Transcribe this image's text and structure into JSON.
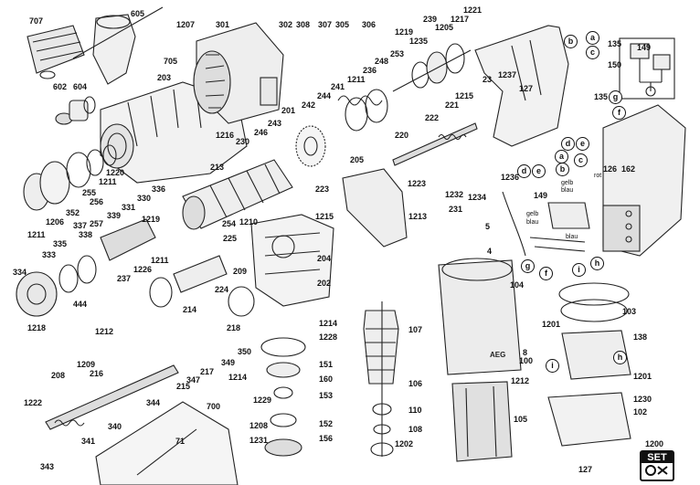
{
  "diagram": {
    "labels": {
      "p707": "707",
      "p605": "605",
      "p1207": "1207",
      "p301": "301",
      "p302": "302",
      "p308": "308",
      "p307": "307",
      "p305": "305",
      "p306": "306",
      "p1219a": "1219",
      "p1235": "1235",
      "p239": "239",
      "p1205": "1205",
      "p1217": "1217",
      "p1221": "1221",
      "p705": "705",
      "p203": "203",
      "p602": "602",
      "p604": "604",
      "p253": "253",
      "p236": "236",
      "p248": "248",
      "p1211a": "1211",
      "p241": "241",
      "p244": "244",
      "p242": "242",
      "p201": "201",
      "p23": "23",
      "p1237": "1237",
      "p127a": "127",
      "p1215a": "1215",
      "p221": "221",
      "p222": "222",
      "p243": "243",
      "p246": "246",
      "p230": "230",
      "p1216": "1216",
      "p213": "213",
      "p220": "220",
      "p205": "205",
      "p1236": "1236",
      "p1220": "1220",
      "p1211b": "1211",
      "p255": "255",
      "p336": "336",
      "p330": "330",
      "p331": "331",
      "p1219b": "1219",
      "p339": "339",
      "p352": "352",
      "p256": "256",
      "p1206": "1206",
      "p257": "257",
      "p337": "337",
      "p338": "338",
      "p335": "335",
      "p333": "333",
      "p334": "334",
      "p1211c": "1211",
      "p1226": "1226",
      "p237": "237",
      "p444": "444",
      "p1218": "1218",
      "p1212a": "1212",
      "p223": "223",
      "p1223": "1223",
      "p1232": "1232",
      "p1234": "1234",
      "p1215b": "1215",
      "p1213": "1213",
      "p231": "231",
      "p1210": "1210",
      "p254": "254",
      "p225": "225",
      "p209": "209",
      "p204": "204",
      "p224": "224",
      "p202": "202",
      "p214": "214",
      "p218": "218",
      "p208": "208",
      "p1209": "1209",
      "p216": "216",
      "p215": "215",
      "p217": "217",
      "p347": "347",
      "p349": "349",
      "p350": "350",
      "p344": "344",
      "p1214a": "1214",
      "p1228": "1228",
      "p151": "151",
      "p1214b": "1214",
      "p160": "160",
      "p153": "153",
      "p1229": "1229",
      "p1208": "1208",
      "p152": "152",
      "p1231": "1231",
      "p156": "156",
      "p1222": "1222",
      "p340": "340",
      "p341": "341",
      "p343": "343",
      "p700": "700",
      "p71": "71",
      "p107": "107",
      "p106": "106",
      "p110": "110",
      "p108": "108",
      "p1202": "1202",
      "p104": "104",
      "p8": "8",
      "p100": "100",
      "p1212b": "1212",
      "p105": "105",
      "p5": "5",
      "p4": "4",
      "p135a": "135",
      "p149a": "149",
      "p150": "150",
      "p135b": "135",
      "p126": "126",
      "p162": "162",
      "p149b": "149",
      "p103": "103",
      "p1201a": "1201",
      "p138": "138",
      "p1201b": "1201",
      "p1230": "1230",
      "p102": "102",
      "p127b": "127",
      "p1200": "1200"
    },
    "callouts": {
      "b1": "b",
      "a1": "a",
      "c1": "c",
      "g1": "g",
      "f1": "f",
      "d1": "d",
      "e1": "e",
      "a2": "a",
      "c2": "c",
      "d2": "d",
      "e2": "e",
      "b2": "b",
      "h1": "h",
      "i1": "i",
      "g2": "g",
      "f2": "f",
      "i2": "i",
      "h2": "h"
    },
    "wires": {
      "gelb1": "gelb",
      "blau1": "blau",
      "rot": "rot",
      "gelb2": "gelb",
      "blau2": "blau",
      "blau3": "blau"
    },
    "brand": "AEG",
    "set_label": "SET"
  }
}
